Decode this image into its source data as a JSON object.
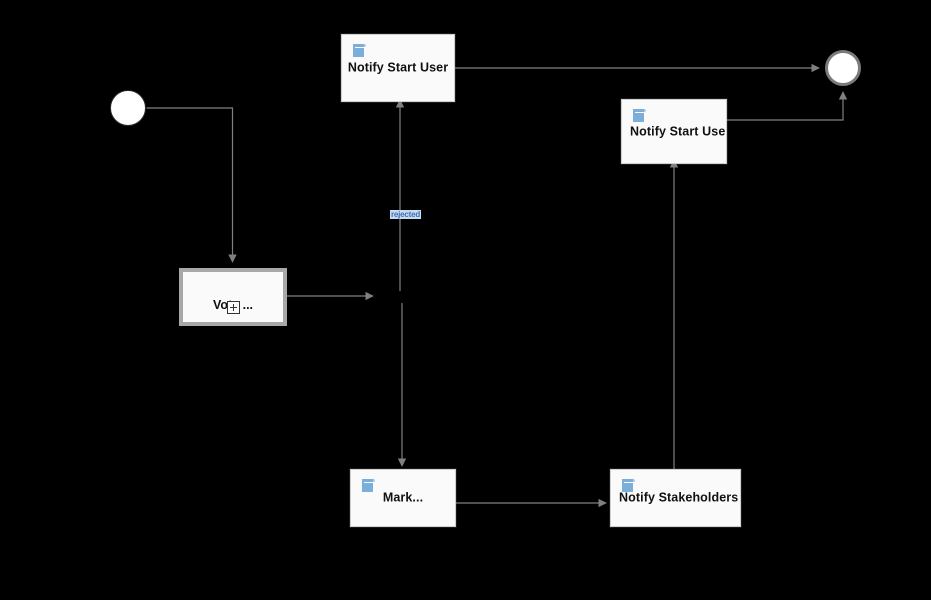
{
  "diagram": {
    "type": "bpmn-process",
    "background_color": "#000000",
    "connector_color": "#808080",
    "task_fill": "#fafafa",
    "task_icon_color": "#7bafd9",
    "label_accent_color": "#3f6fb5"
  },
  "nodes": {
    "start_event": {
      "name": "start-event",
      "kind": "start-event",
      "label": ""
    },
    "notify_start_user_top": {
      "name": "notify-start-user-top",
      "kind": "send-task",
      "label": "Notify Start User",
      "icon": "send-task-icon"
    },
    "notify_start_user_right": {
      "name": "notify-start-user-right",
      "kind": "send-task",
      "label": "Notify Start User",
      "icon": "send-task-icon"
    },
    "vote_subprocess": {
      "name": "vote-subprocess",
      "kind": "collapsed-subprocess",
      "label": "Vote ...",
      "marker": "expand-plus-marker"
    },
    "mark_task": {
      "name": "mark-task",
      "kind": "send-task",
      "label": "Mark...",
      "icon": "send-task-icon"
    },
    "notify_stakeholders": {
      "name": "notify-stakeholders-task",
      "kind": "send-task",
      "label": "Notify Stakeholders",
      "icon": "send-task-icon"
    },
    "end_event": {
      "name": "end-event",
      "kind": "end-event",
      "label": ""
    }
  },
  "edges": {
    "rejected_label": "rejected"
  }
}
